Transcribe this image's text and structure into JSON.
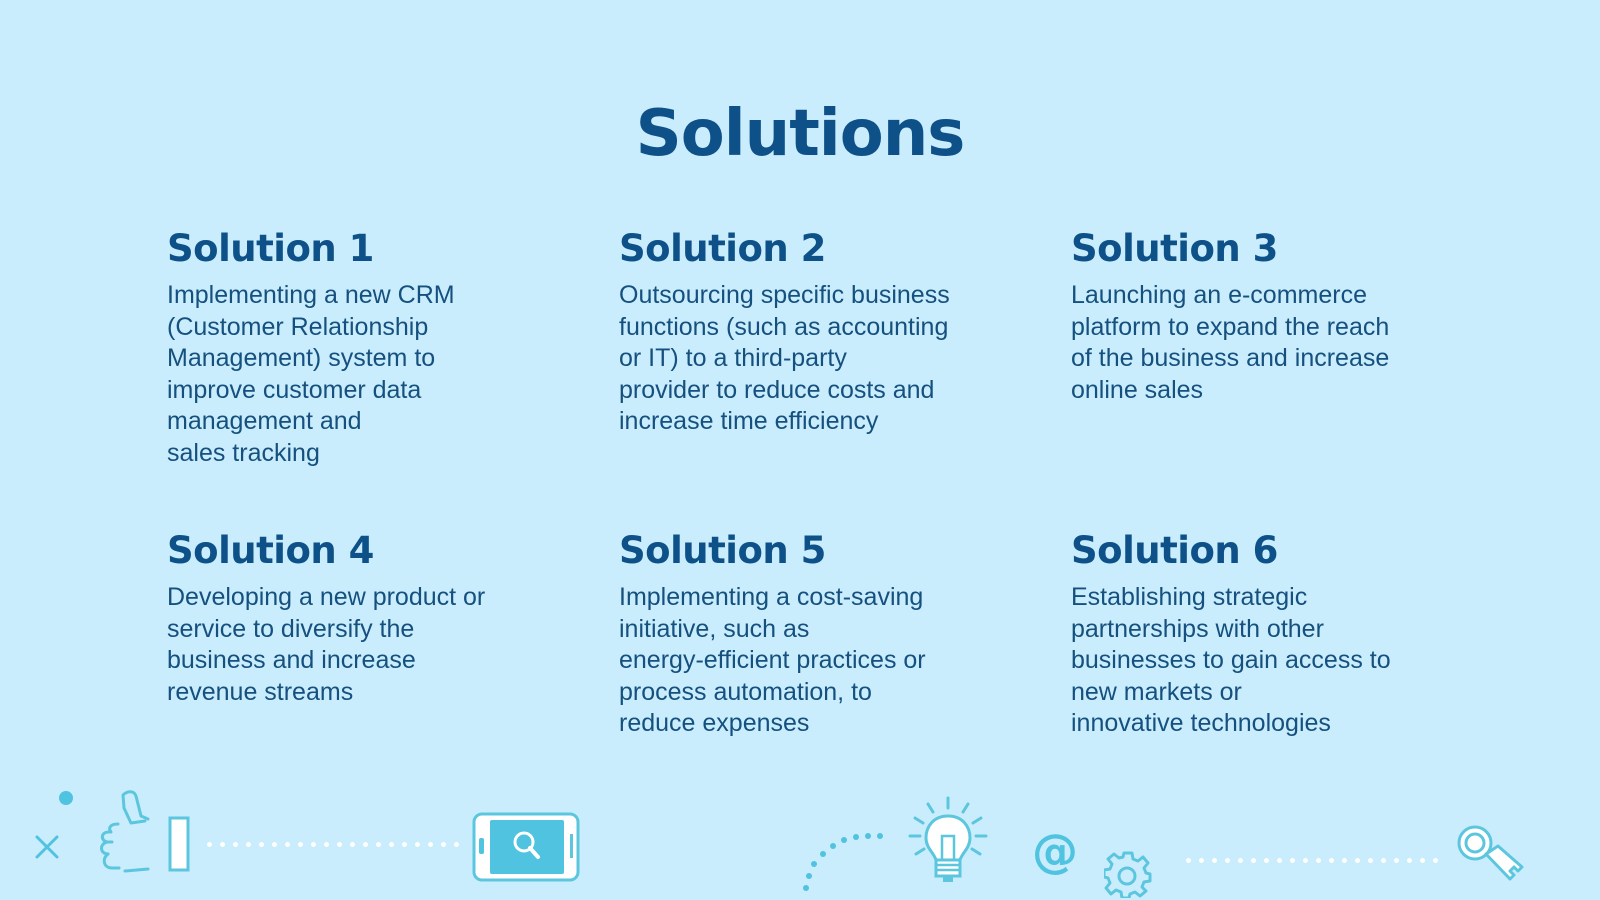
{
  "page": {
    "title": "Solutions",
    "background_color": "#c9edfc",
    "heading_color": "#0e5189",
    "text_color": "#15507f",
    "accent_color": "#4fc3df"
  },
  "solutions": [
    {
      "heading": "Solution 1",
      "body": "Implementing a new CRM\n(Customer Relationship\nManagement) system to\nimprove customer data\nmanagement and\nsales tracking"
    },
    {
      "heading": "Solution 2",
      "body": "Outsourcing specific business\nfunctions (such as accounting\nor IT) to a third-party\nprovider to reduce costs and\nincrease time efficiency"
    },
    {
      "heading": "Solution 3",
      "body": "Launching an e-commerce\nplatform to expand the reach\nof the business and increase\nonline sales"
    },
    {
      "heading": "Solution 4",
      "body": "Developing a new product or\nservice to diversify the\nbusiness and increase\nrevenue streams"
    },
    {
      "heading": "Solution 5",
      "body": "Implementing a cost-saving\ninitiative, such as\nenergy-efficient practices or\nprocess automation, to\nreduce expenses"
    },
    {
      "heading": "Solution 6",
      "body": "Establishing strategic\npartnerships with other\nbusinesses to gain access to\nnew markets or\ninnovative technologies"
    }
  ],
  "decorations": {
    "icons": [
      "dot-icon",
      "x-icon",
      "thumbs-up-icon",
      "phone-search-icon",
      "lightbulb-icon",
      "at-sign-icon",
      "gear-icon",
      "key-icon"
    ],
    "at_symbol": "@"
  }
}
